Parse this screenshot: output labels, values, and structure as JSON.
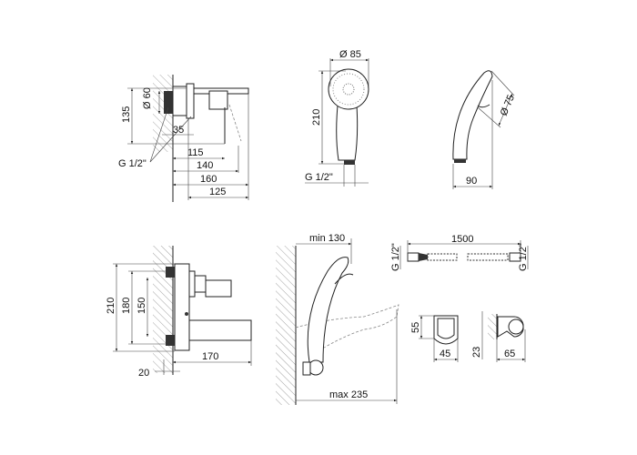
{
  "view_wall_mixer_top": {
    "d_flange": "Ø 60",
    "height": "135",
    "d35": "35",
    "d115": "115",
    "d140": "140",
    "d160": "160",
    "d125": "125",
    "thread": "G 1/2\""
  },
  "view_handshower_front": {
    "head_diameter": "Ø 85",
    "length": "210",
    "thread": "G 1/2\""
  },
  "view_handshower_side": {
    "head_diameter": "Ø 75",
    "depth": "90"
  },
  "view_mixer_front": {
    "h210": "210",
    "h180": "180",
    "h150": "150",
    "d20": "20",
    "d170": "170"
  },
  "view_installation": {
    "min": "min 130",
    "max": "max 235"
  },
  "view_hose": {
    "length": "1500",
    "thread_left": "G 1/2\"",
    "thread_right": "G 1/2\""
  },
  "view_holder": {
    "h55": "55",
    "w45": "45",
    "h23": "23",
    "w65": "65"
  }
}
